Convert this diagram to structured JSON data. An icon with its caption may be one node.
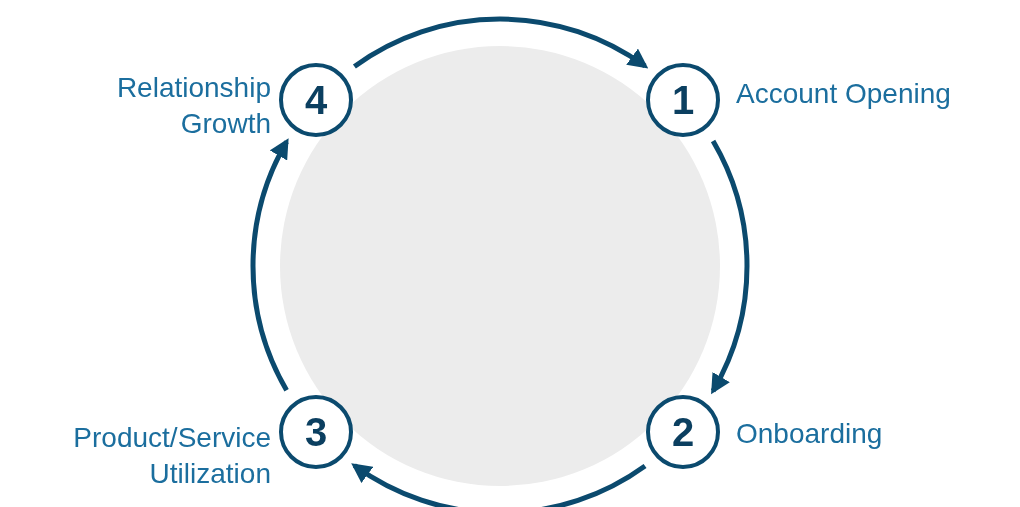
{
  "diagram": {
    "nodes": [
      {
        "text": [
          "1"
        ],
        "beside": [
          "Account Opening"
        ]
      },
      {
        "text": [
          "2"
        ],
        "beside": [
          "Onboarding"
        ]
      },
      {
        "text": [
          "3"
        ],
        "beside": [
          "Product/Service Utilization"
        ]
      },
      {
        "text": [
          "4"
        ],
        "beside": [
          "Relationship Growth"
        ]
      }
    ],
    "edges": [
      {
        "from": 3,
        "to": 0,
        "arrow": "to"
      },
      {
        "from": 0,
        "to": 1,
        "arrow": "to"
      },
      {
        "from": 1,
        "to": 2,
        "arrow": "to"
      },
      {
        "from": 2,
        "to": 3,
        "arrow": "to"
      }
    ]
  }
}
